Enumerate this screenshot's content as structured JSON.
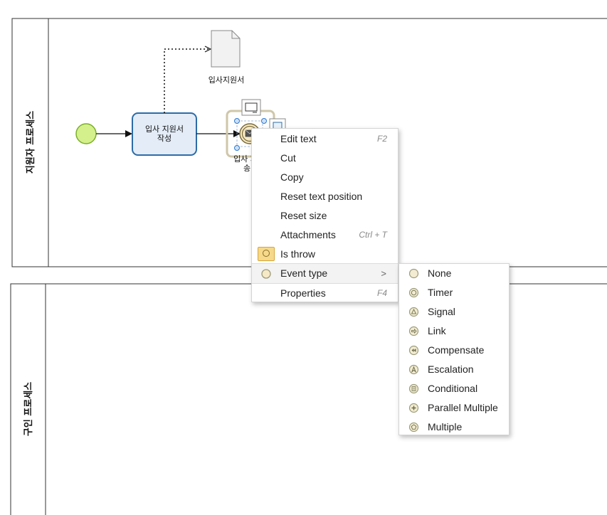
{
  "lanes": {
    "applicant": {
      "label": "지원자 프로세스"
    },
    "hiring": {
      "label": "구인 프로세스"
    }
  },
  "diagram": {
    "task_label_line1": "입사 지원서",
    "task_label_line2": "작성",
    "data_object_label": "입사지원서",
    "event_label_line1": "입사 지",
    "event_label_line2": "송",
    "colors": {
      "start_event_fill": "#d4f08c",
      "start_event_stroke": "#7ab028",
      "task_fill": "#e3ecf7",
      "task_stroke": "#2d6ca8",
      "event_fill": "#f6e9c5",
      "event_stroke": "#7a6a3a",
      "selection_handle": "#2b79d3"
    }
  },
  "context_menu": {
    "items": [
      {
        "label": "Edit text",
        "shortcut": "F2"
      },
      {
        "label": "Cut",
        "shortcut": ""
      },
      {
        "label": "Copy",
        "shortcut": ""
      },
      {
        "label": "Reset text position",
        "shortcut": ""
      },
      {
        "label": "Reset size",
        "shortcut": ""
      },
      {
        "label": "Attachments",
        "shortcut": "Ctrl + T"
      },
      {
        "label": "Is throw",
        "icon": "is-throw-icon"
      },
      {
        "label": "Event type",
        "icon": "circle-icon",
        "submenu_arrow": ">"
      },
      {
        "label": "Properties",
        "shortcut": "F4"
      }
    ]
  },
  "event_type_submenu": {
    "items": [
      {
        "label": "None",
        "icon": "none-event-icon"
      },
      {
        "label": "Timer",
        "icon": "timer-event-icon"
      },
      {
        "label": "Signal",
        "icon": "signal-event-icon"
      },
      {
        "label": "Link",
        "icon": "link-event-icon"
      },
      {
        "label": "Compensate",
        "icon": "compensate-event-icon"
      },
      {
        "label": "Escalation",
        "icon": "escalation-event-icon"
      },
      {
        "label": "Conditional",
        "icon": "conditional-event-icon"
      },
      {
        "label": "Parallel Multiple",
        "icon": "parallel-multiple-event-icon"
      },
      {
        "label": "Multiple",
        "icon": "multiple-event-icon"
      }
    ]
  }
}
